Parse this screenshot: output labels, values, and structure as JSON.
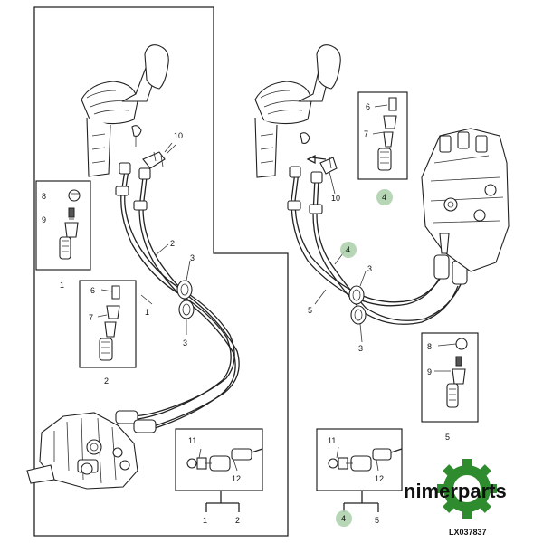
{
  "labels": {
    "l_10_left": "10",
    "l_8_left": "8",
    "l_9_left": "9",
    "l_1_left_box": "1",
    "l_6_left": "6",
    "l_7_left": "7",
    "l_2_left_box": "2",
    "l_2_cable": "2",
    "l_1_cable": "1",
    "l_3_top_left": "3",
    "l_3_bottom_left": "3",
    "l_11_left": "11",
    "l_12_left": "12",
    "l_1_bottom": "1",
    "l_2_bottom": "2",
    "l_6_right": "6",
    "l_7_right": "7",
    "l_4_right_box": "4",
    "l_10_right": "10",
    "l_4_cable": "4",
    "l_3_top_right": "3",
    "l_5_cable": "5",
    "l_3_bottom_right": "3",
    "l_8_right": "8",
    "l_9_right": "9",
    "l_5_right_box": "5",
    "l_11_right": "11",
    "l_12_right": "12",
    "l_4_bottom": "4",
    "l_5_bottom": "5"
  },
  "highlight_color": "#a9cfa9",
  "logo": {
    "text": "nimerparts",
    "gear_color": "#2e8b2e",
    "icon": "gear-icon"
  },
  "reference_code": "LX037837"
}
